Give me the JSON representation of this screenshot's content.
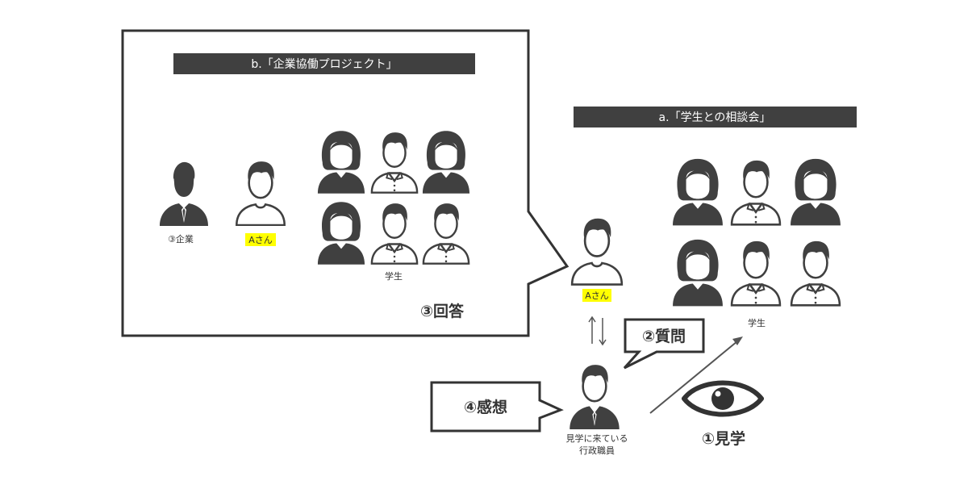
{
  "colors": {
    "dark": "#404040",
    "line": "#333333",
    "highlight": "#ffff00",
    "white": "#ffffff"
  },
  "project_title": "b.「企業協働プロジェクト」",
  "consultation_title": "a.「学生との相談会」",
  "left_panel": {
    "company_label": "③企業",
    "a_san_label": "Aさん",
    "students_label": "学生",
    "answer_label": "③回答"
  },
  "right_section": {
    "a_san_label": "Aさん",
    "students_label": "学生",
    "question_label": "②質問",
    "impression_label": "④感想",
    "visitor_label_line1": "見学に来ている",
    "visitor_label_line2": "行政職員",
    "observe_label": "①見学"
  },
  "icons": {
    "company": "businessman-icon",
    "person": "person-icon",
    "student_female": "female-student-icon",
    "student_male": "male-student-icon",
    "eye": "eye-icon",
    "arrow": "arrow-icon"
  }
}
